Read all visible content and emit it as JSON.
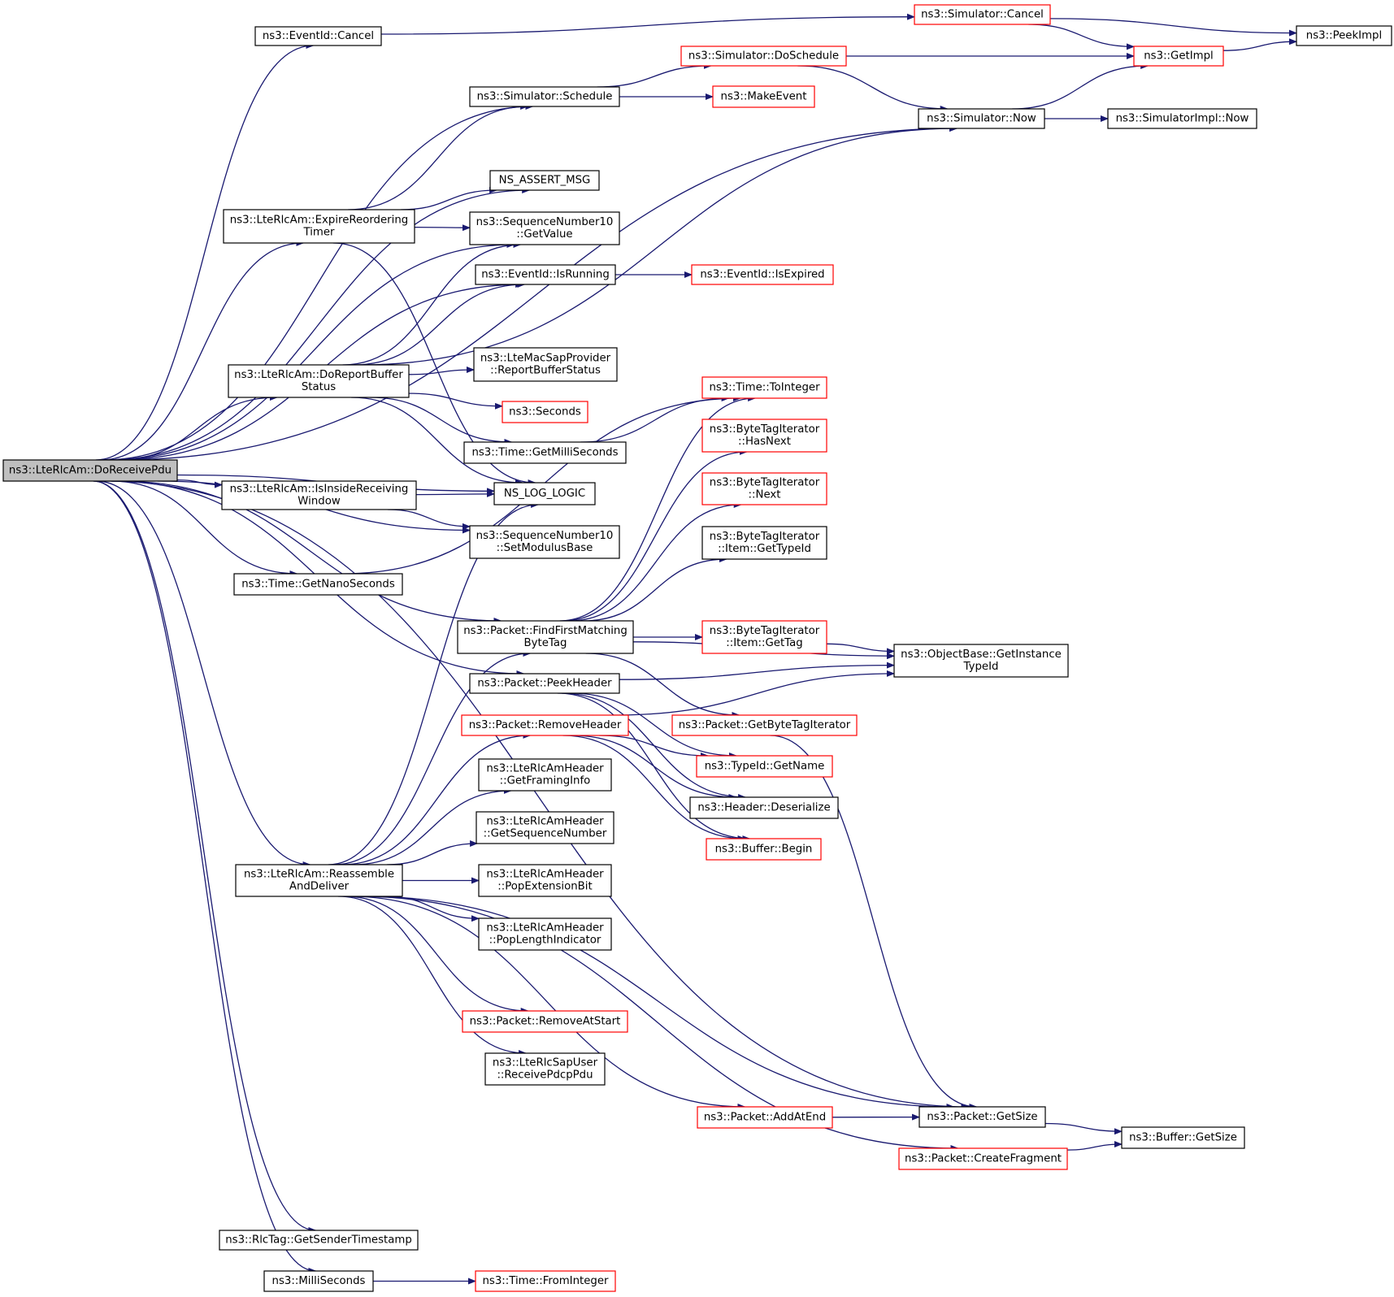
{
  "colors": {
    "edge": "#191970",
    "node_border": "#000000",
    "partial_node_border": "#ff0000",
    "root_fill": "#bfbfbf"
  },
  "nodes": [
    {
      "id": "root",
      "lines": [
        "ns3::LteRlcAm::DoReceivePdu"
      ],
      "kind": "root"
    },
    {
      "id": "eventid_cancel",
      "lines": [
        "ns3::EventId::Cancel"
      ],
      "kind": "normal"
    },
    {
      "id": "sim_cancel",
      "lines": [
        "ns3::Simulator::Cancel"
      ],
      "kind": "partial"
    },
    {
      "id": "peekimpl",
      "lines": [
        "ns3::PeekImpl"
      ],
      "kind": "normal"
    },
    {
      "id": "sim_doschedule",
      "lines": [
        "ns3::Simulator::DoSchedule"
      ],
      "kind": "partial"
    },
    {
      "id": "getimpl",
      "lines": [
        "ns3::GetImpl"
      ],
      "kind": "partial"
    },
    {
      "id": "sim_schedule",
      "lines": [
        "ns3::Simulator::Schedule"
      ],
      "kind": "normal"
    },
    {
      "id": "makeevent",
      "lines": [
        "ns3::MakeEvent"
      ],
      "kind": "partial"
    },
    {
      "id": "sim_now",
      "lines": [
        "ns3::Simulator::Now"
      ],
      "kind": "normal"
    },
    {
      "id": "simimpl_now",
      "lines": [
        "ns3::SimulatorImpl::Now"
      ],
      "kind": "normal"
    },
    {
      "id": "ns_assert",
      "lines": [
        "NS_ASSERT_MSG"
      ],
      "kind": "normal"
    },
    {
      "id": "expire_reorder",
      "lines": [
        "ns3::LteRlcAm::ExpireReordering",
        "Timer"
      ],
      "kind": "normal"
    },
    {
      "id": "seq_getvalue",
      "lines": [
        "ns3::SequenceNumber10",
        "::GetValue"
      ],
      "kind": "normal"
    },
    {
      "id": "eventid_isrunning",
      "lines": [
        "ns3::EventId::IsRunning"
      ],
      "kind": "normal"
    },
    {
      "id": "eventid_isexpired",
      "lines": [
        "ns3::EventId::IsExpired"
      ],
      "kind": "partial"
    },
    {
      "id": "doreportbuffer",
      "lines": [
        "ns3::LteRlcAm::DoReportBuffer",
        "Status"
      ],
      "kind": "normal"
    },
    {
      "id": "reportbufferstatus",
      "lines": [
        "ns3::LteMacSapProvider",
        "::ReportBufferStatus"
      ],
      "kind": "normal"
    },
    {
      "id": "time_tointeger",
      "lines": [
        "ns3::Time::ToInteger"
      ],
      "kind": "partial"
    },
    {
      "id": "seconds",
      "lines": [
        "ns3::Seconds"
      ],
      "kind": "partial"
    },
    {
      "id": "bti_hasnext",
      "lines": [
        "ns3::ByteTagIterator",
        "::HasNext"
      ],
      "kind": "partial"
    },
    {
      "id": "time_getms",
      "lines": [
        "ns3::Time::GetMilliSeconds"
      ],
      "kind": "normal"
    },
    {
      "id": "isinside",
      "lines": [
        "ns3::LteRlcAm::IsInsideReceiving",
        "Window"
      ],
      "kind": "normal"
    },
    {
      "id": "ns_log",
      "lines": [
        "NS_LOG_LOGIC"
      ],
      "kind": "normal"
    },
    {
      "id": "bti_next",
      "lines": [
        "ns3::ByteTagIterator",
        "::Next"
      ],
      "kind": "partial"
    },
    {
      "id": "seq_setmod",
      "lines": [
        "ns3::SequenceNumber10",
        "::SetModulusBase"
      ],
      "kind": "normal"
    },
    {
      "id": "bti_gettypeid",
      "lines": [
        "ns3::ByteTagIterator",
        "::Item::GetTypeId"
      ],
      "kind": "normal"
    },
    {
      "id": "time_getns",
      "lines": [
        "ns3::Time::GetNanoSeconds"
      ],
      "kind": "normal"
    },
    {
      "id": "findfirst",
      "lines": [
        "ns3::Packet::FindFirstMatching",
        "ByteTag"
      ],
      "kind": "normal"
    },
    {
      "id": "bti_gettag",
      "lines": [
        "ns3::ByteTagIterator",
        "::Item::GetTag"
      ],
      "kind": "partial"
    },
    {
      "id": "getinstancetypeid",
      "lines": [
        "ns3::ObjectBase::GetInstance",
        "TypeId"
      ],
      "kind": "normal"
    },
    {
      "id": "peekheader",
      "lines": [
        "ns3::Packet::PeekHeader"
      ],
      "kind": "normal"
    },
    {
      "id": "getbytetagiter",
      "lines": [
        "ns3::Packet::GetByteTagIterator"
      ],
      "kind": "partial"
    },
    {
      "id": "removeheader",
      "lines": [
        "ns3::Packet::RemoveHeader"
      ],
      "kind": "partial"
    },
    {
      "id": "typeid_getname",
      "lines": [
        "ns3::TypeId::GetName"
      ],
      "kind": "partial"
    },
    {
      "id": "getframinginfo",
      "lines": [
        "ns3::LteRlcAmHeader",
        "::GetFramingInfo"
      ],
      "kind": "normal"
    },
    {
      "id": "header_deser",
      "lines": [
        "ns3::Header::Deserialize"
      ],
      "kind": "normal"
    },
    {
      "id": "getseqnum",
      "lines": [
        "ns3::LteRlcAmHeader",
        "::GetSequenceNumber"
      ],
      "kind": "normal"
    },
    {
      "id": "buffer_begin",
      "lines": [
        "ns3::Buffer::Begin"
      ],
      "kind": "partial"
    },
    {
      "id": "reassemble",
      "lines": [
        "ns3::LteRlcAm::Reassemble",
        "AndDeliver"
      ],
      "kind": "normal"
    },
    {
      "id": "popext",
      "lines": [
        "ns3::LteRlcAmHeader",
        "::PopExtensionBit"
      ],
      "kind": "normal"
    },
    {
      "id": "poplen",
      "lines": [
        "ns3::LteRlcAmHeader",
        "::PopLengthIndicator"
      ],
      "kind": "normal"
    },
    {
      "id": "removeatstart",
      "lines": [
        "ns3::Packet::RemoveAtStart"
      ],
      "kind": "partial"
    },
    {
      "id": "receivepdcp",
      "lines": [
        "ns3::LteRlcSapUser",
        "::ReceivePdcpPdu"
      ],
      "kind": "normal"
    },
    {
      "id": "addatend",
      "lines": [
        "ns3::Packet::AddAtEnd"
      ],
      "kind": "partial"
    },
    {
      "id": "packet_getsize",
      "lines": [
        "ns3::Packet::GetSize"
      ],
      "kind": "normal"
    },
    {
      "id": "buffer_getsize",
      "lines": [
        "ns3::Buffer::GetSize"
      ],
      "kind": "normal"
    },
    {
      "id": "createfragment",
      "lines": [
        "ns3::Packet::CreateFragment"
      ],
      "kind": "partial"
    },
    {
      "id": "rlctag",
      "lines": [
        "ns3::RlcTag::GetSenderTimestamp"
      ],
      "kind": "normal"
    },
    {
      "id": "milliseconds",
      "lines": [
        "ns3::MilliSeconds"
      ],
      "kind": "normal"
    },
    {
      "id": "time_fromint",
      "lines": [
        "ns3::Time::FromInteger"
      ],
      "kind": "partial"
    }
  ],
  "edges": [
    [
      "root",
      "eventid_cancel"
    ],
    [
      "root",
      "sim_schedule"
    ],
    [
      "root",
      "sim_now"
    ],
    [
      "root",
      "ns_assert"
    ],
    [
      "root",
      "expire_reorder"
    ],
    [
      "root",
      "seq_getvalue"
    ],
    [
      "root",
      "eventid_isrunning"
    ],
    [
      "root",
      "doreportbuffer"
    ],
    [
      "root",
      "ns_log"
    ],
    [
      "root",
      "isinside"
    ],
    [
      "root",
      "seq_setmod"
    ],
    [
      "root",
      "time_getns"
    ],
    [
      "root",
      "findfirst"
    ],
    [
      "root",
      "peekheader"
    ],
    [
      "root",
      "reassemble"
    ],
    [
      "root",
      "packet_getsize"
    ],
    [
      "root",
      "rlctag"
    ],
    [
      "root",
      "milliseconds"
    ],
    [
      "eventid_cancel",
      "sim_cancel"
    ],
    [
      "sim_cancel",
      "peekimpl"
    ],
    [
      "sim_cancel",
      "getimpl"
    ],
    [
      "getimpl",
      "peekimpl"
    ],
    [
      "sim_schedule",
      "sim_doschedule"
    ],
    [
      "sim_schedule",
      "makeevent"
    ],
    [
      "sim_doschedule",
      "getimpl"
    ],
    [
      "sim_doschedule",
      "sim_now"
    ],
    [
      "sim_now",
      "getimpl"
    ],
    [
      "sim_now",
      "simimpl_now"
    ],
    [
      "expire_reorder",
      "sim_schedule"
    ],
    [
      "expire_reorder",
      "ns_assert"
    ],
    [
      "expire_reorder",
      "seq_getvalue"
    ],
    [
      "expire_reorder",
      "ns_log"
    ],
    [
      "eventid_isrunning",
      "eventid_isexpired"
    ],
    [
      "doreportbuffer",
      "seq_getvalue"
    ],
    [
      "doreportbuffer",
      "eventid_isrunning"
    ],
    [
      "doreportbuffer",
      "sim_now"
    ],
    [
      "doreportbuffer",
      "reportbufferstatus"
    ],
    [
      "doreportbuffer",
      "seconds"
    ],
    [
      "doreportbuffer",
      "time_getms"
    ],
    [
      "doreportbuffer",
      "ns_log"
    ],
    [
      "time_getms",
      "time_tointeger"
    ],
    [
      "time_getns",
      "time_tointeger"
    ],
    [
      "isinside",
      "ns_log"
    ],
    [
      "isinside",
      "seq_setmod"
    ],
    [
      "findfirst",
      "bti_hasnext"
    ],
    [
      "findfirst",
      "bti_next"
    ],
    [
      "findfirst",
      "bti_gettypeid"
    ],
    [
      "findfirst",
      "bti_gettag"
    ],
    [
      "findfirst",
      "getinstancetypeid"
    ],
    [
      "findfirst",
      "getbytetagiter"
    ],
    [
      "findfirst",
      "time_tointeger"
    ],
    [
      "bti_gettag",
      "getinstancetypeid"
    ],
    [
      "peekheader",
      "getinstancetypeid"
    ],
    [
      "peekheader",
      "typeid_getname"
    ],
    [
      "peekheader",
      "header_deser"
    ],
    [
      "peekheader",
      "buffer_begin"
    ],
    [
      "removeheader",
      "typeid_getname"
    ],
    [
      "removeheader",
      "header_deser"
    ],
    [
      "removeheader",
      "buffer_begin"
    ],
    [
      "removeheader",
      "getinstancetypeid"
    ],
    [
      "getbytetagiter",
      "packet_getsize"
    ],
    [
      "reassemble",
      "ns_log"
    ],
    [
      "reassemble",
      "findfirst"
    ],
    [
      "reassemble",
      "removeheader"
    ],
    [
      "reassemble",
      "getframinginfo"
    ],
    [
      "reassemble",
      "getseqnum"
    ],
    [
      "reassemble",
      "popext"
    ],
    [
      "reassemble",
      "poplen"
    ],
    [
      "reassemble",
      "removeatstart"
    ],
    [
      "reassemble",
      "receivepdcp"
    ],
    [
      "reassemble",
      "addatend"
    ],
    [
      "reassemble",
      "packet_getsize"
    ],
    [
      "reassemble",
      "createfragment"
    ],
    [
      "addatend",
      "packet_getsize"
    ],
    [
      "packet_getsize",
      "buffer_getsize"
    ],
    [
      "createfragment",
      "buffer_getsize"
    ],
    [
      "milliseconds",
      "time_fromint"
    ]
  ]
}
